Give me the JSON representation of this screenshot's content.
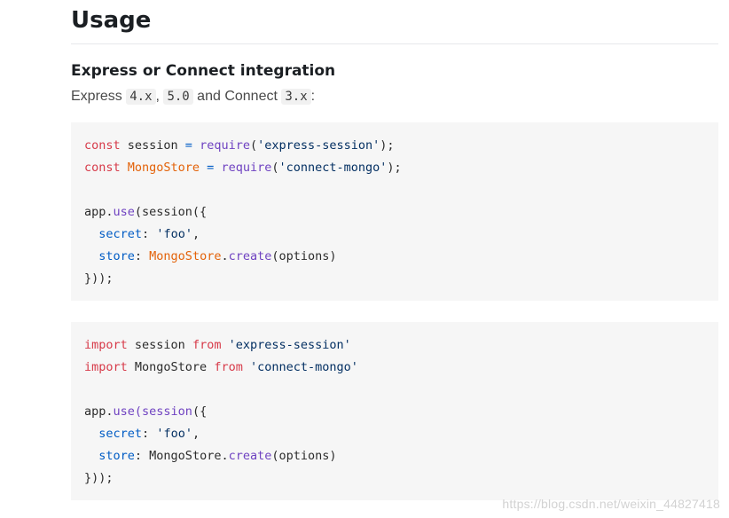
{
  "heading": "Usage",
  "subheading": "Express or Connect integration",
  "intro": {
    "text_1": "Express ",
    "code_1": "4.x",
    "text_2": ", ",
    "code_2": "5.0",
    "text_3": " and Connect ",
    "code_3": "3.x",
    "text_4": ":"
  },
  "code_block_1": {
    "line1": {
      "kw": "const",
      "name": " session ",
      "op": "=",
      "fn": " require",
      "open": "(",
      "str": "'express-session'",
      "close": ");"
    },
    "line2": {
      "kw": "const",
      "cls": " MongoStore",
      "op": " =",
      "fn": " require",
      "open": "(",
      "str": "'connect-mongo'",
      "close": ");"
    },
    "line4": {
      "obj": "app.",
      "fn": "use",
      "rest": "(session({"
    },
    "line5": {
      "indent": "  ",
      "prop": "secret",
      "colon": ": ",
      "str": "'foo'",
      "comma": ","
    },
    "line6": {
      "indent": "  ",
      "prop": "store",
      "colon": ": ",
      "cls": "MongoStore",
      "dot": ".",
      "fn": "create",
      "rest": "(options)"
    },
    "line7": "}));"
  },
  "code_block_2": {
    "line1": {
      "kw1": "import",
      "name": " session ",
      "kw2": "from",
      "str": " 'express-session'"
    },
    "line2": {
      "kw1": "import",
      "name": " MongoStore ",
      "kw2": "from",
      "str": " 'connect-mongo'"
    },
    "line4": {
      "obj": "app.",
      "fn": "use",
      "fn2": "(session",
      "rest": "({"
    },
    "line5": {
      "indent": "  ",
      "prop": "secret",
      "colon": ": ",
      "str": "'foo'",
      "comma": ","
    },
    "line6": {
      "indent": "  ",
      "prop": "store",
      "colon": ": ",
      "name": "MongoStore.",
      "fn": "create",
      "rest": "(options)"
    },
    "line7": "}));"
  },
  "watermark": "https://blog.csdn.net/weixin_44827418"
}
